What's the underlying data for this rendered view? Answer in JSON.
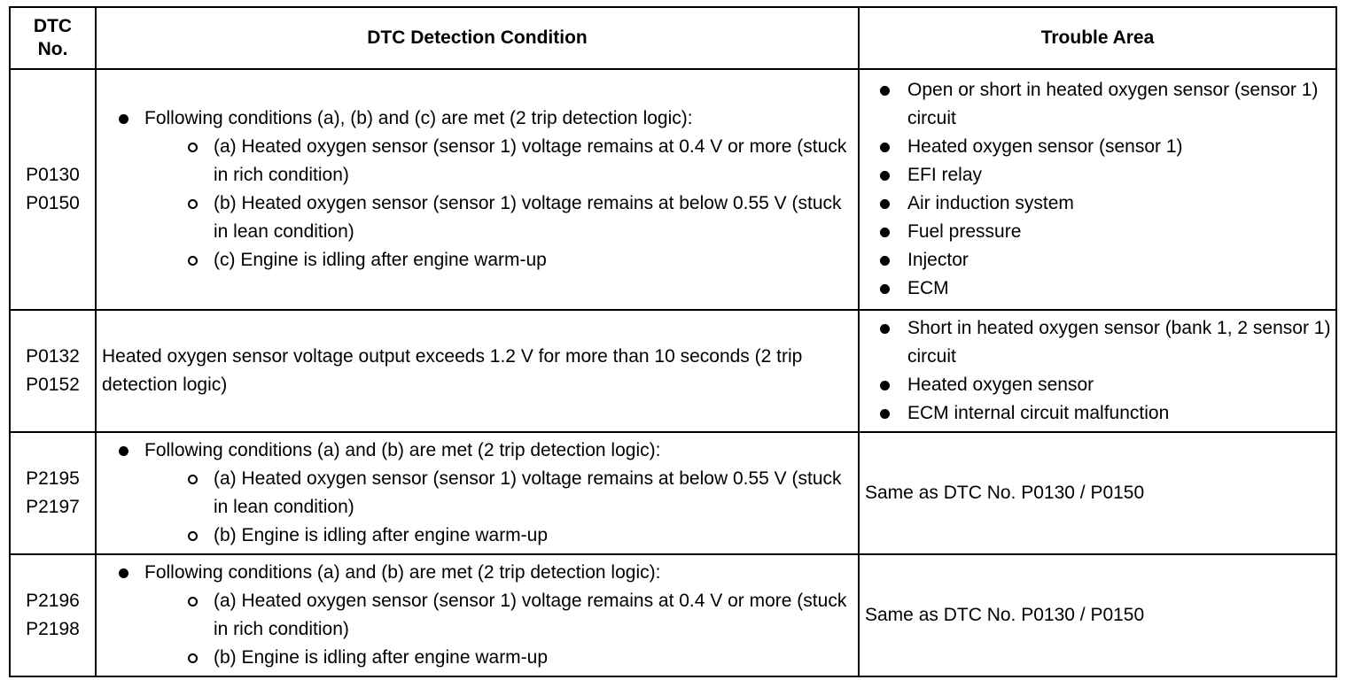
{
  "headers": {
    "dtc": "DTC\nNo.",
    "condition": "DTC Detection Condition",
    "area": "Trouble Area"
  },
  "rows": [
    {
      "codes": [
        "P0130",
        "P0150"
      ],
      "condition_main": "Following conditions (a), (b) and (c) are met (2 trip detection logic):",
      "condition_sub": [
        "(a) Heated oxygen sensor (sensor 1) voltage remains at 0.4 V or more (stuck in rich condition)",
        "(b) Heated oxygen sensor (sensor 1) voltage remains at below 0.55 V (stuck in lean condition)",
        "(c) Engine is idling after engine warm-up"
      ],
      "areas": [
        "Open or short in heated oxygen sensor (sensor 1) circuit",
        "Heated oxygen sensor (sensor 1)",
        "EFI relay",
        "Air induction system",
        "Fuel pressure",
        "Injector",
        "ECM"
      ]
    },
    {
      "codes": [
        "P0132",
        "P0152"
      ],
      "condition_text": "Heated oxygen sensor voltage output exceeds 1.2 V for more than 10 seconds (2 trip detection logic)",
      "areas": [
        "Short in heated oxygen sensor (bank 1, 2 sensor 1) circuit",
        "Heated oxygen sensor",
        "ECM internal circuit malfunction"
      ]
    },
    {
      "codes": [
        "P2195",
        "P2197"
      ],
      "condition_main": "Following conditions (a) and (b) are met (2 trip detection logic):",
      "condition_sub": [
        "(a) Heated oxygen sensor (sensor 1) voltage remains at below 0.55 V (stuck in lean condition)",
        "(b) Engine is idling after engine warm-up"
      ],
      "area_text": "Same as DTC No. P0130 / P0150"
    },
    {
      "codes": [
        "P2196",
        "P2198"
      ],
      "condition_main": "Following conditions (a) and (b) are met (2 trip detection logic):",
      "condition_sub": [
        "(a) Heated oxygen sensor (sensor 1) voltage remains at 0.4 V or more (stuck in rich condition)",
        "(b) Engine is idling after engine warm-up"
      ],
      "area_text": "Same as DTC No. P0130 / P0150"
    }
  ]
}
